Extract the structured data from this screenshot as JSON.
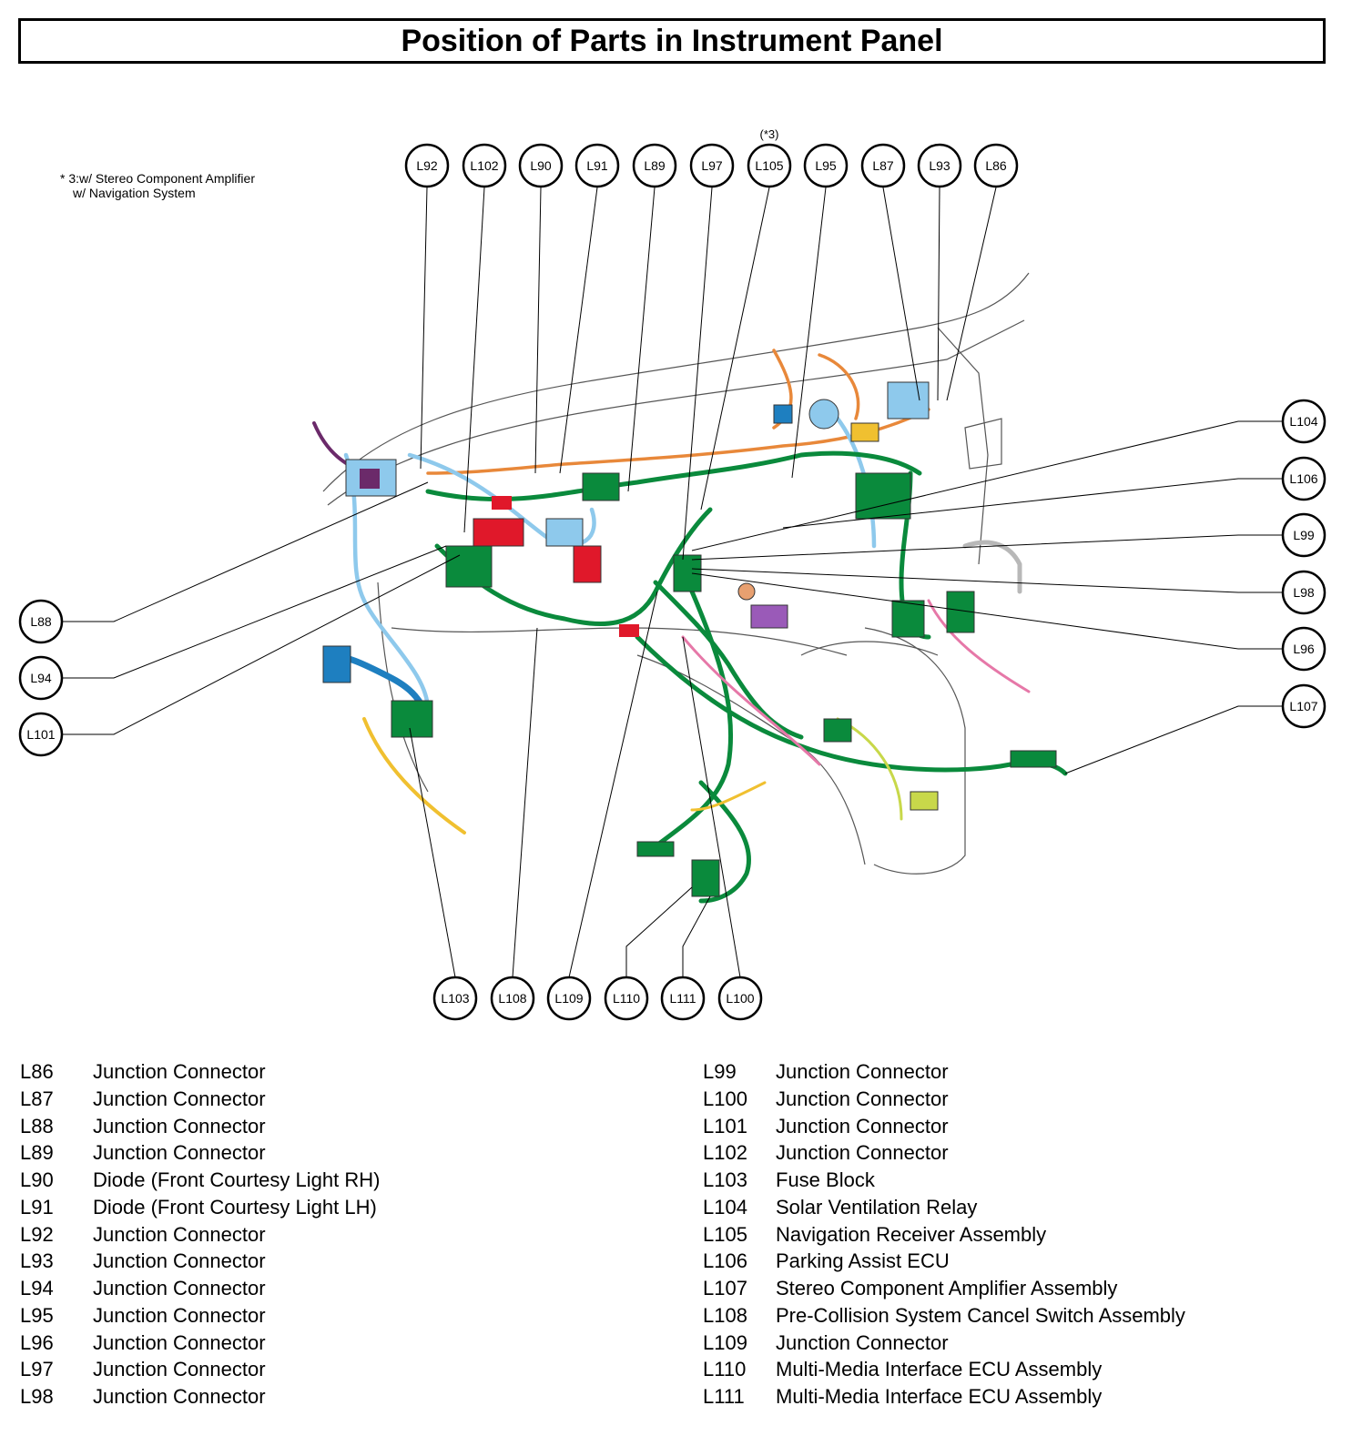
{
  "title": "Position of Parts in Instrument Panel",
  "note": {
    "line1": "* 3:w/ Stereo Component Amplifier",
    "line2": "w/ Navigation System"
  },
  "callouts": {
    "top": [
      "L92",
      "L102",
      "L90",
      "L91",
      "L89",
      "L97",
      "L105",
      "L95",
      "L87",
      "L93",
      "L86"
    ],
    "top_marker": "(*3)",
    "left": [
      "L88",
      "L94",
      "L101"
    ],
    "right": [
      "L104",
      "L106",
      "L99",
      "L98",
      "L96",
      "L107"
    ],
    "bottom": [
      "L103",
      "L108",
      "L109",
      "L110",
      "L111",
      "L100"
    ]
  },
  "legend_left": [
    {
      "code": "L86",
      "name": "Junction Connector"
    },
    {
      "code": "L87",
      "name": "Junction Connector"
    },
    {
      "code": "L88",
      "name": "Junction Connector"
    },
    {
      "code": "L89",
      "name": "Junction Connector"
    },
    {
      "code": "L90",
      "name": "Diode (Front Courtesy Light RH)"
    },
    {
      "code": "L91",
      "name": "Diode (Front Courtesy Light LH)"
    },
    {
      "code": "L92",
      "name": "Junction Connector"
    },
    {
      "code": "L93",
      "name": "Junction Connector"
    },
    {
      "code": "L94",
      "name": "Junction Connector"
    },
    {
      "code": "L95",
      "name": "Junction Connector"
    },
    {
      "code": "L96",
      "name": "Junction Connector"
    },
    {
      "code": "L97",
      "name": "Junction Connector"
    },
    {
      "code": "L98",
      "name": "Junction Connector"
    }
  ],
  "legend_right": [
    {
      "code": "L99",
      "name": "Junction Connector"
    },
    {
      "code": "L100",
      "name": "Junction Connector"
    },
    {
      "code": "L101",
      "name": "Junction Connector"
    },
    {
      "code": "L102",
      "name": "Junction Connector"
    },
    {
      "code": "L103",
      "name": "Fuse Block"
    },
    {
      "code": "L104",
      "name": "Solar Ventilation Relay"
    },
    {
      "code": "L105",
      "name": "Navigation Receiver Assembly"
    },
    {
      "code": "L106",
      "name": "Parking Assist ECU"
    },
    {
      "code": "L107",
      "name": "Stereo Component Amplifier Assembly"
    },
    {
      "code": "L108",
      "name": "Pre-Collision System Cancel Switch Assembly"
    },
    {
      "code": "L109",
      "name": "Junction Connector"
    },
    {
      "code": "L110",
      "name": "Multi-Media Interface ECU Assembly"
    },
    {
      "code": "L111",
      "name": "Multi-Media Interface ECU Assembly"
    }
  ],
  "colors": {
    "harness_main": "#0a8a3c",
    "harness_light_blue": "#8ec9ec",
    "harness_blue": "#1e7fc0",
    "harness_orange": "#e8883a",
    "harness_red": "#e0182a",
    "harness_purple": "#6b2a6a",
    "harness_yellow": "#f0c030",
    "harness_pink": "#e678a8",
    "harness_lime": "#c8d84a"
  }
}
